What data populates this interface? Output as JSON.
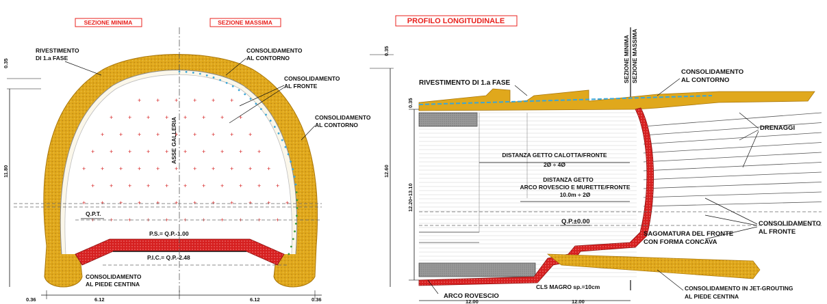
{
  "cross_section": {
    "title_min": "SEZIONE MINIMA",
    "title_max": "SEZIONE MASSIMA",
    "label_lining": "RIVESTIMENTO",
    "label_lining2": "DI 1.a FASE",
    "label_contour1a": "CONSOLIDAMENTO",
    "label_contour1b": "AL CONTORNO",
    "label_front_a": "CONSOLIDAMENTO",
    "label_front_b": "AL FRONTE",
    "label_contour2a": "CONSOLIDAMENTO",
    "label_contour2b": "AL CONTORNO",
    "label_foot_a": "CONSOLIDAMENTO",
    "label_foot_b": "AL PIEDE CENTINA",
    "axis_label": "ASSE GALLERIA",
    "qpt": "Q.P.T.",
    "ps": "P.S.= Q.P.-1.00",
    "pic": "P.I.C.= Q.P.-2.48",
    "dim_left": "11.80",
    "dim_right": "12.60",
    "dim_top_right": "0.35",
    "dim_top_left": "0.35",
    "dim_b1": "0.36",
    "dim_b2": "6.12",
    "dim_b3": "6.12",
    "dim_b4": "0.36"
  },
  "longitudinal": {
    "title": "PROFILO LONGITUDINALE",
    "sez_min": "SEZIONE MINIMA",
    "sez_max": "SEZIONE MASSIMA",
    "lining": "RIVESTIMENTO DI 1.a FASE",
    "contour_a": "CONSOLIDAMENTO",
    "contour_b": "AL CONTORNO",
    "drains": "DRENAGGI",
    "dist1_a": "DISTANZA GETTO CALOTTA/FRONTE",
    "dist1_b": "2Ø ÷ 4Ø",
    "dist2_a": "DISTANZA GETTO",
    "dist2_b": "ARCO ROVESCIO E MURETTE/FRONTE",
    "dist2_c": "10.0m ÷ 2Ø",
    "qp": "Q.P.±0.00",
    "front_a": "CONSOLIDAMENTO",
    "front_b": "AL FRONTE",
    "shape_a": "SAGOMATURA DEL FRONTE",
    "shape_b": "CON FORMA CONCAVA",
    "invert": "ARCO ROVESCIO",
    "lean": "CLS MAGRO sp.=10cm",
    "jet_a": "CONSOLIDAMENTO IN JET-GROUTING",
    "jet_b": "AL PIEDE CENTINA",
    "dim_h": "12.20÷13.10",
    "dim_top": "0.35",
    "dim_b1": "12.00",
    "dim_b2": "12.00"
  },
  "colors": {
    "lining": "#e0a81c",
    "consolidation_red": "#d62020",
    "blue": "#3aa6d8",
    "green": "#3a9a3a"
  }
}
